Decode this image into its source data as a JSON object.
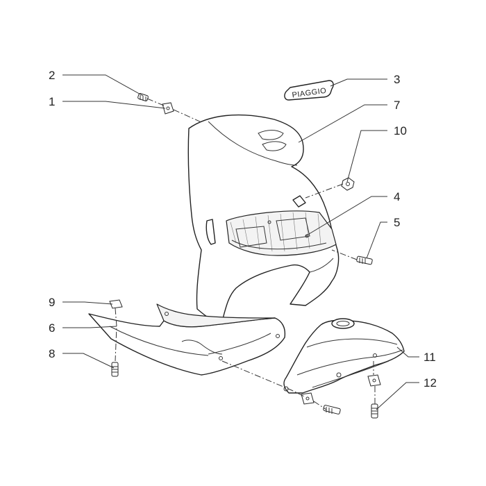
{
  "callouts": {
    "c1": "1",
    "c2": "2",
    "c3": "3",
    "c4": "4",
    "c5": "5",
    "c6": "6",
    "c7": "7",
    "c8": "8",
    "c9": "9",
    "c10": "10",
    "c11": "11",
    "c12": "12"
  },
  "badge": {
    "brand": "PIAGGIO"
  },
  "colors": {
    "line": "#222222",
    "shade": "#f3f3f3",
    "background": "#ffffff"
  }
}
